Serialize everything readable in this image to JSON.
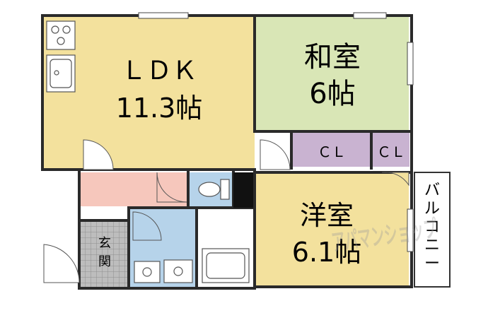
{
  "rooms": {
    "ldk": {
      "name": "ＬＤＫ",
      "size": "11.3帖"
    },
    "washitsu": {
      "name": "和室",
      "size": "6帖"
    },
    "youshitsu": {
      "name": "洋室",
      "size": "6.1帖"
    },
    "cl1": "ＣＬ",
    "cl2": "ＣＬ",
    "genkan": [
      "玄",
      "関"
    ],
    "balcony": [
      "バ",
      "ル",
      "コ",
      "ニ",
      "ー"
    ]
  },
  "watermark": "アパマンショップ",
  "colors": {
    "ldk": "#f3e19d",
    "washitsu": "#d9e6b6",
    "youshitsu": "#f3e19d",
    "closet": "#c9b3d1",
    "hall": "#f6c7bc",
    "water": "#b6d3ea",
    "genkan_floor": "#b9b9b9",
    "balcony": "#ffffff",
    "wall": "#2a2a2a"
  }
}
